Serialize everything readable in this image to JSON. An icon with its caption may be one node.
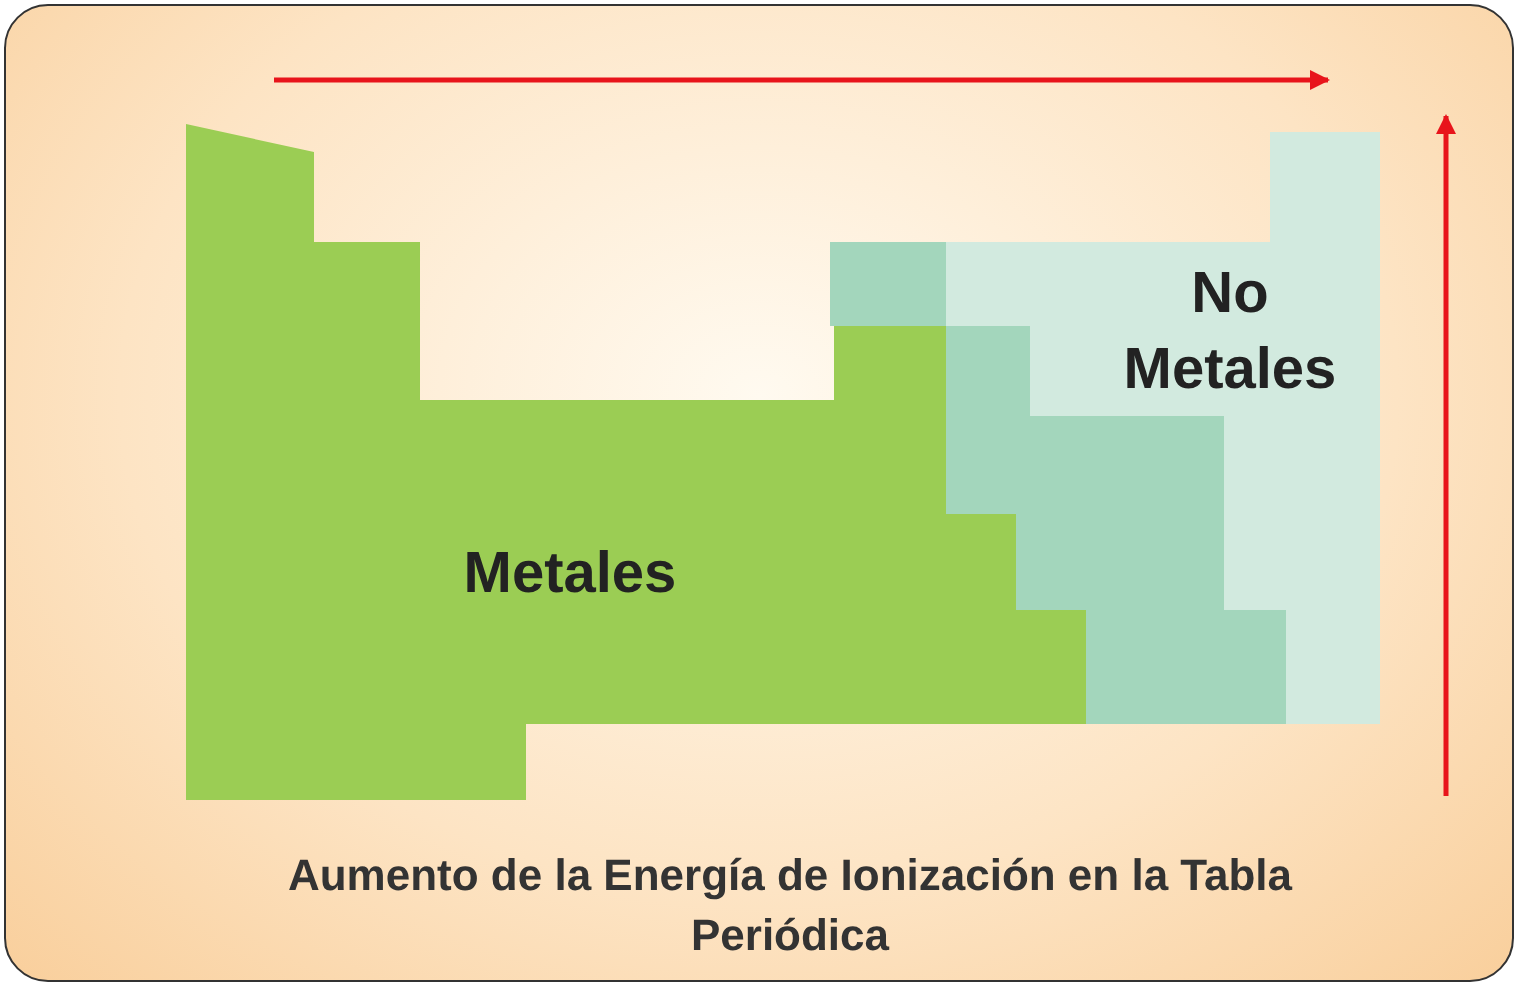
{
  "diagram": {
    "caption": "Aumento de la Energía de Ionización en la Tabla Periódica",
    "nodes": [
      {
        "text": [
          "Metales"
        ]
      },
      {
        "text": [],
        "shape": "box"
      },
      {
        "text": [
          "No Metales"
        ]
      }
    ]
  }
}
